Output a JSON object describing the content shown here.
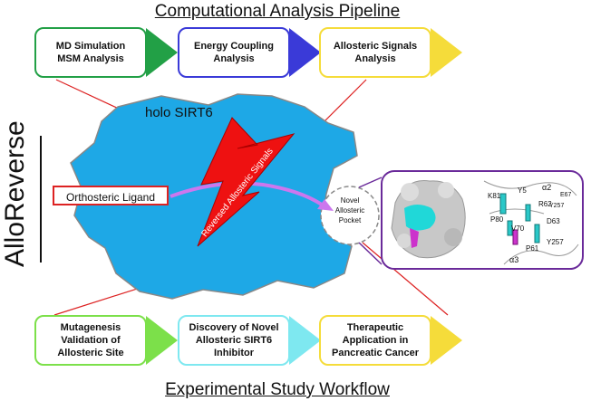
{
  "title": "Computational Analysis Pipeline",
  "bottom_title": "Experimental Study Workflow",
  "side_label": "AlloReverse",
  "protein_label": "holo SIRT6",
  "signal_label": "Reversed Allosteric Signals",
  "ligand_label": "Orthosteric Ligand",
  "pocket_label": [
    "Novel",
    "Allosteric",
    "Pocket"
  ],
  "top_steps": [
    {
      "lines": [
        "MD Simulation",
        "MSM Analysis"
      ],
      "color": "#22a046"
    },
    {
      "lines": [
        "Energy Coupling",
        "Analysis"
      ],
      "color": "#3a3ad8"
    },
    {
      "lines": [
        "Allosteric Signals",
        "Analysis"
      ],
      "color": "#f5dc3a"
    }
  ],
  "bottom_steps": [
    {
      "lines": [
        "Mutagenesis",
        "Validation of",
        "Allosteric Site"
      ],
      "color": "#7ce04a"
    },
    {
      "lines": [
        "Discovery of Novel",
        "Allosteric SIRT6",
        "Inhibitor"
      ],
      "color": "#7ee8f0"
    },
    {
      "lines": [
        "Therapeutic",
        "Application in",
        "Pancreatic Cancer"
      ],
      "color": "#f5dc3a"
    }
  ],
  "residues": [
    "K81",
    "Y5",
    "α2",
    "P80",
    "R62",
    "Y257",
    "D63",
    "V70",
    "P61",
    "Y257",
    "α3",
    "E67"
  ],
  "colors": {
    "protein": "#1ea8e6",
    "bolt": "#ee1111",
    "arrow": "#cc77ee",
    "inset_border": "#6a2a9a",
    "link": "#dd2222"
  }
}
